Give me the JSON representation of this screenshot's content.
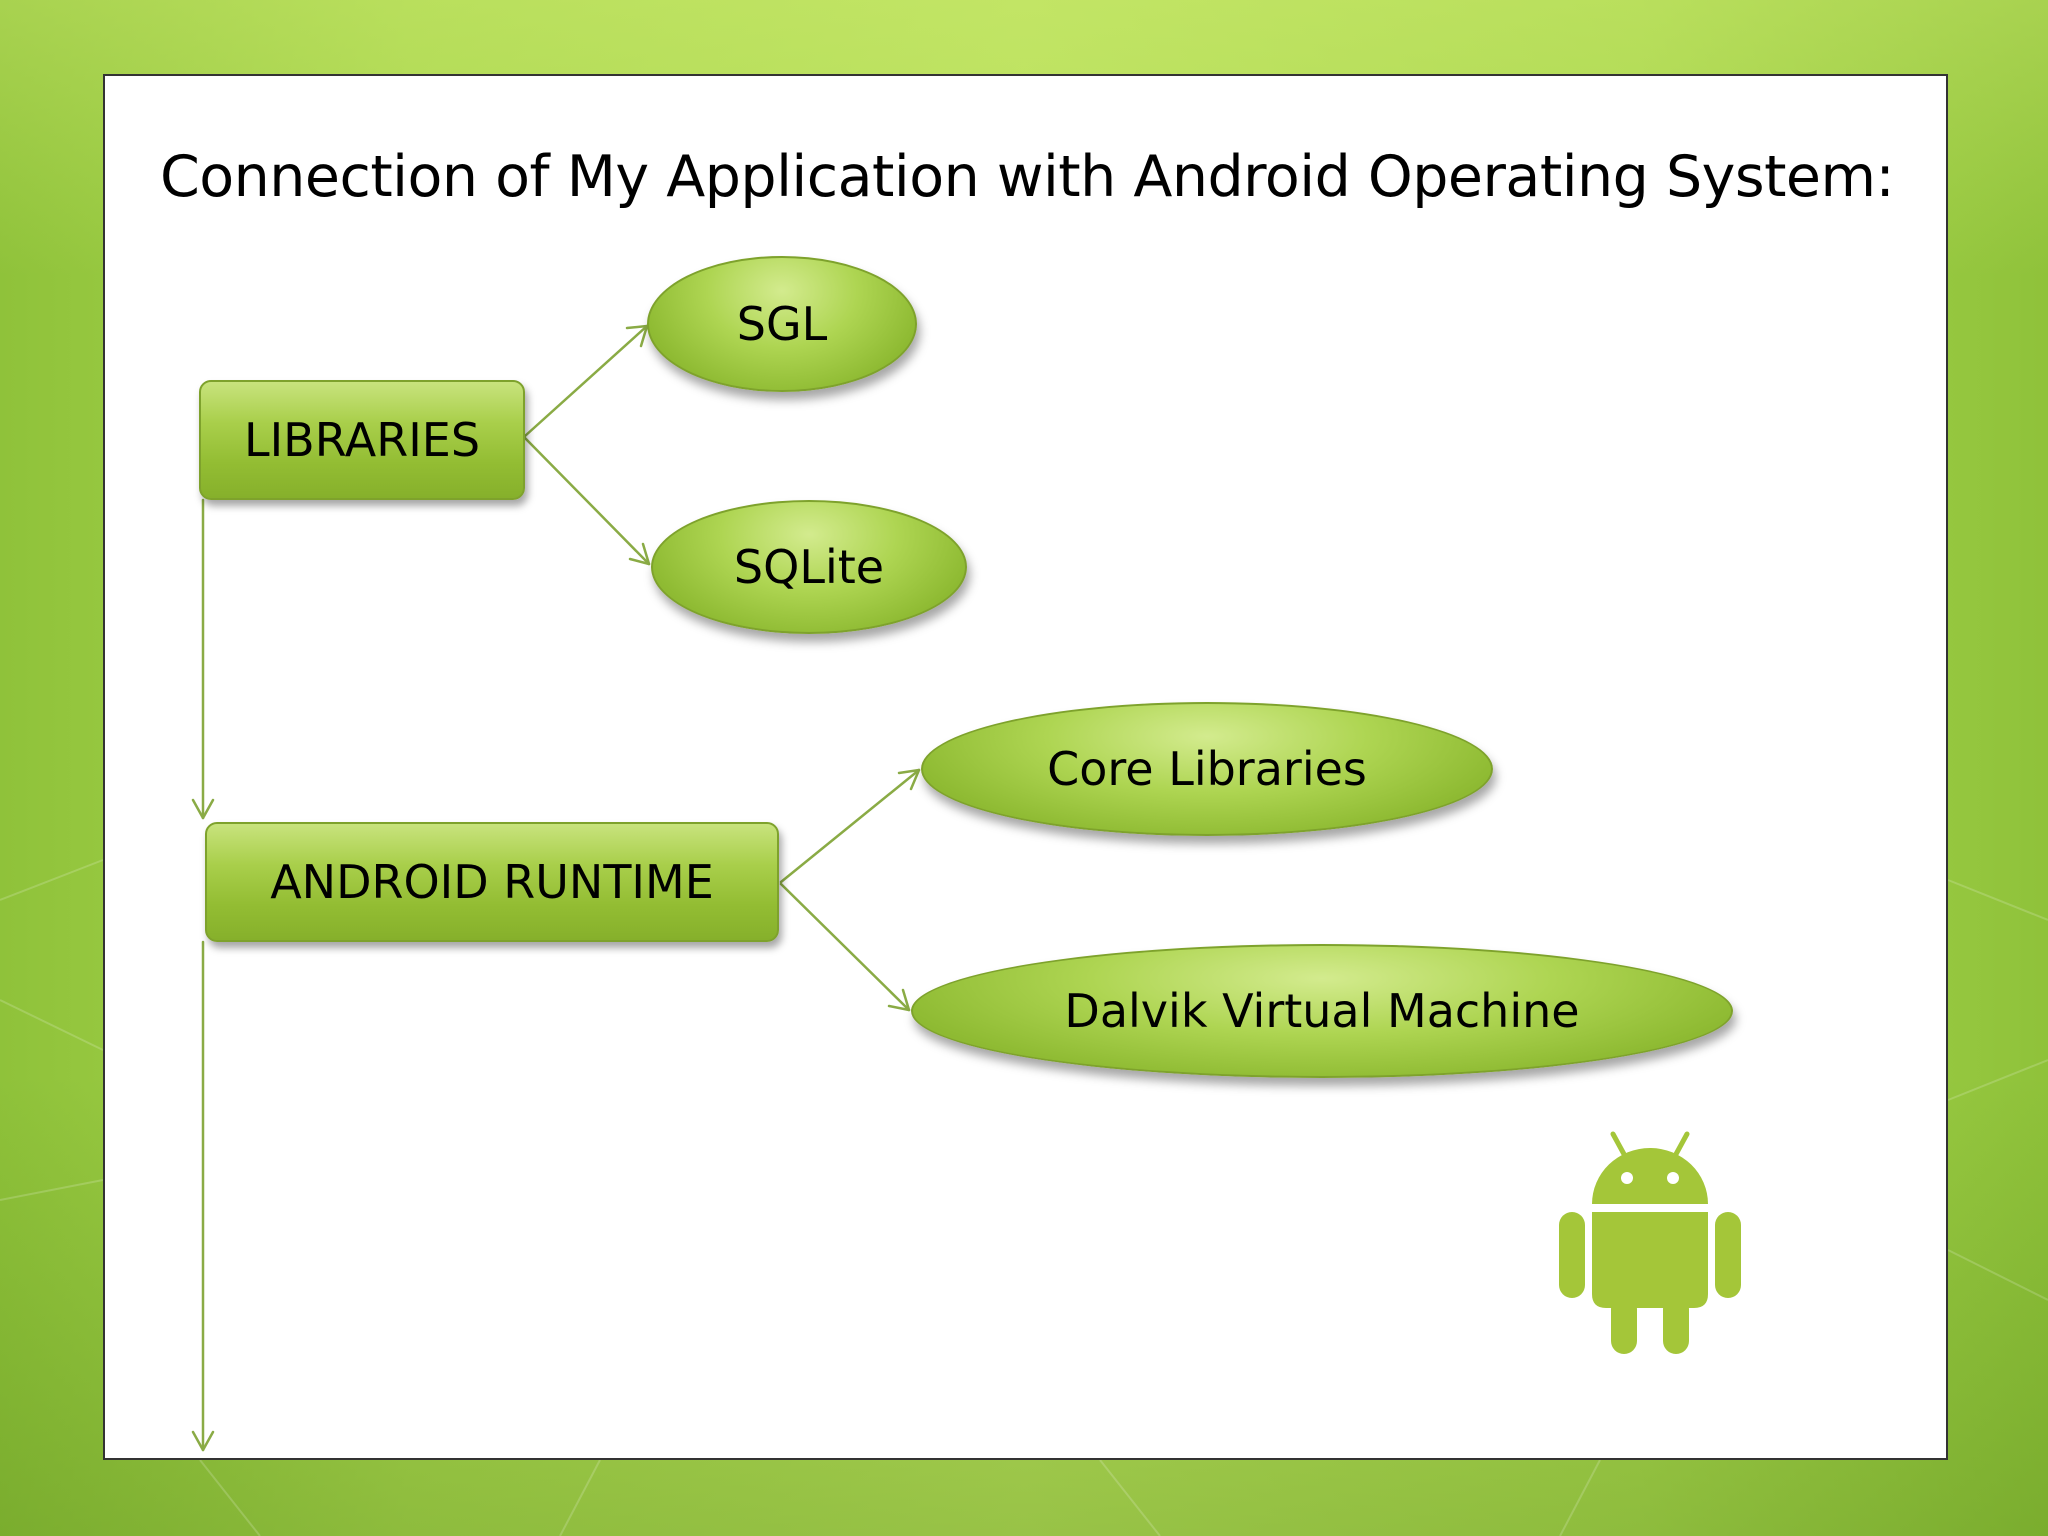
{
  "slide": {
    "title": "Connection of My Application with Android Operating System:"
  },
  "diagram": {
    "nodes": {
      "libraries": "LIBRARIES",
      "sgl": "SGL",
      "sqlite": "SQLite",
      "android_runtime": "ANDROID RUNTIME",
      "core_libraries": "Core Libraries",
      "dalvik": "Dalvik Virtual Machine"
    },
    "edges": [
      {
        "from": "libraries",
        "to": "sgl"
      },
      {
        "from": "libraries",
        "to": "sqlite"
      },
      {
        "from": "libraries",
        "to": "android_runtime"
      },
      {
        "from": "android_runtime",
        "to": "core_libraries"
      },
      {
        "from": "android_runtime",
        "to": "dalvik"
      }
    ]
  },
  "logo": {
    "icon": "android-robot-icon",
    "color": "#a4c639"
  },
  "colors": {
    "node_fill": "#9cc63f",
    "connector": "#8aab45",
    "background": "#a9d64e"
  }
}
